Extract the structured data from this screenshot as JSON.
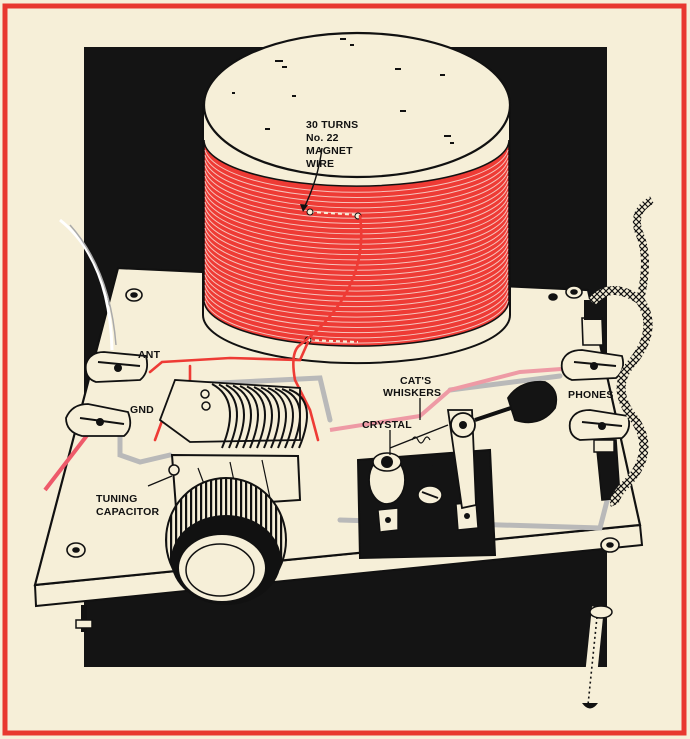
{
  "labels": {
    "coil_line1": "30 TURNS",
    "coil_line2": "No. 22",
    "coil_line3": "MAGNET",
    "coil_line4": "WIRE",
    "ant": "ANT",
    "gnd": "GND",
    "cats_line1": "CAT'S",
    "cats_line2": "WHISKERS",
    "crystal": "CRYSTAL",
    "phones": "PHONES",
    "tuning_line1": "TUNING",
    "tuning_line2": "CAPACITOR"
  },
  "colors": {
    "border": "#e8382f",
    "coil_wire": "#ee3b35",
    "paper": "#f6efd8",
    "ink": "#111111",
    "hookup_wire": "#b9b9b9",
    "lead_wire": "#ee5a6a"
  }
}
